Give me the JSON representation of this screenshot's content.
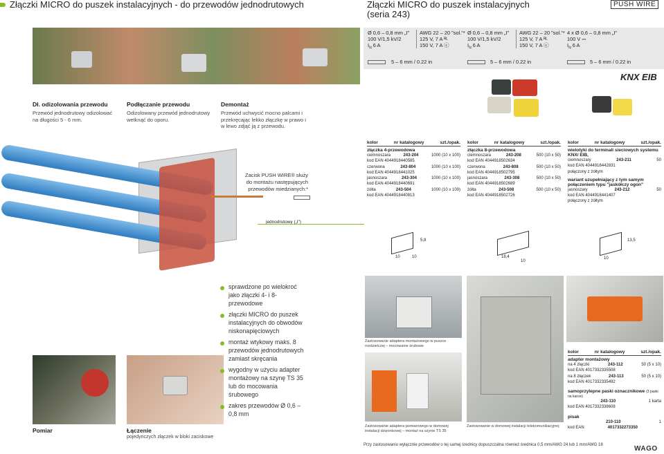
{
  "left_title": "Złączki MICRO do puszek instalacyjnych - do przewodów jednodrutowych",
  "right_title": "Złączki MICRO do puszek instalacyjnych",
  "right_subtitle": "(seria 243)",
  "brand_push_wire": "PUSH WIRE",
  "specs": [
    {
      "l1": "Ø 0,6 – 0,8 mm „I”",
      "l2": "100 V/1,5 kV/2",
      "l3": "I",
      "l3sub": "N",
      "l3b": " 6 A",
      "m1": "AWG 22 – 20 \"sol.\"*",
      "m2": "125 V, 7 A ᴿᴸ",
      "m3": "150 V, 7 A ⓒ",
      "strip": "5 – 6 mm / 0.22 in"
    },
    {
      "l1": "Ø 0,6 – 0,8 mm „I”",
      "l2": "100 V/1,5 kV/2",
      "l3": "I",
      "l3sub": "N",
      "l3b": " 6 A",
      "m1": "AWG 22 – 20 \"sol.\"*",
      "m2": "125 V, 7 A ᴿᴸ",
      "m3": "150 V, 7 A ⓒ",
      "strip": "5 – 6 mm / 0.22 in"
    },
    {
      "l1": "4 x Ø 0,6 – 0,8 mm „I”",
      "l2": "100 V ⎓",
      "l3": "I",
      "l3sub": "N",
      "l3b": " 6 A",
      "m1": "",
      "m2": "",
      "m3": "",
      "strip": "5 – 6 mm / 0.22 in"
    }
  ],
  "knx": "KNX EIB",
  "steps": [
    {
      "title": "Dł. odizolowania przewodu",
      "text": "Przewód jednodrutowy odizolować na długości 5 - 6 mm."
    },
    {
      "title": "Podłączanie przewodu",
      "text": "Odizolowany przewód jednodrutowy wetknąć do oporu."
    },
    {
      "title": "Demontaż",
      "text": "Przewód uchwycić mocno palcami i przekręcając lekko złączkę w prawo i w lewo zdjąć ją z przewodu."
    }
  ],
  "clamp_text": "Zacisk PUSH WIRE® służy do montażu następujących przewodów miedzianych:*",
  "clamp_label": "jednodrutowy („I”)",
  "table_headers": {
    "kolor": "kolor",
    "nr": "nr katalogowy",
    "szt": "szt./opak."
  },
  "table1": {
    "title": "złączka 4-przewodowa",
    "rows": [
      [
        "ciemnoszara",
        "243-204",
        "1000 (10 x 100)"
      ],
      [
        "kod EAN 4044918440585",
        "",
        ""
      ],
      [
        "czerwona",
        "243-804",
        "1000 (10 x 100)"
      ],
      [
        "kod EAN 4044918441025",
        "",
        ""
      ],
      [
        "jasnoszara",
        "243-304",
        "1000 (10 x 100)"
      ],
      [
        "kod EAN 4044918440691",
        "",
        ""
      ],
      [
        "żółta",
        "243-504",
        "1000 (10 x 100)"
      ],
      [
        "kod EAN 4044918440813",
        "",
        ""
      ]
    ]
  },
  "table2": {
    "title": "złączka 8-przewodowa",
    "rows": [
      [
        "ciemnoszara",
        "243-208",
        "500 (10 x 50)"
      ],
      [
        "kod EAN 4044918502634",
        "",
        ""
      ],
      [
        "czerwona",
        "243-808",
        "500 (10 x 50)"
      ],
      [
        "kod EAN 4044918502795",
        "",
        ""
      ],
      [
        "jasnoszara",
        "243-308",
        "500 (10 x 50)"
      ],
      [
        "kod EAN 4044918502689",
        "",
        ""
      ],
      [
        "żółta",
        "243-508",
        "500 (10 x 50)"
      ],
      [
        "kod EAN 4044918502726",
        "",
        ""
      ]
    ]
  },
  "table3": {
    "title": "wielotyki do terminali sieciowych systemu KNX/ EIB,",
    "rows": [
      [
        "ciemnoszary",
        "243-211",
        "50"
      ],
      [
        "kod EAN 4044918442831",
        "",
        ""
      ],
      [
        "połączony z żółtym",
        "",
        ""
      ]
    ],
    "title2": "wariant uzupełniający z tym samym połączeniem typu \"jaskółczy ogon\"",
    "rows2": [
      [
        "jasnoszary",
        "243-212",
        "50"
      ],
      [
        "kod EAN 4044918441407",
        "",
        ""
      ],
      [
        "połączony z żółtym",
        "",
        ""
      ]
    ]
  },
  "dims": {
    "a": "10",
    "b": "5,8",
    "c": "10",
    "d": "18,4",
    "e": "10",
    "f": "10",
    "g": "13,5"
  },
  "bullets": [
    "sprawdzone po wielokroć jako złączki 4- i 8-przewodowe",
    "złączki MICRO do puszek instalacyjnych do obwodów niskonapięciowych",
    "montaż wtykowy maks. 8 przewodów jednodrutowych zamiast skręcania",
    "wygodny w użyciu adapter montażowy na szynę TS 35 lub do mocowania śrubowego",
    "zakres przewodów Ø 0,6 – 0,8 mm"
  ],
  "caption_measure": "Pomiar",
  "caption_join_title": "Łączenie",
  "caption_join_text": "pojedynczych złączek w bloki zaciskowe",
  "cap_box": "Zastosowanie adaptera montażowego w puszce rozdzielczej – mocowanie śrubowe",
  "cap_rail": "Zastosowanie adaptera pomiarowego w domowej instalacji dzwonkowej – montaż na szynie TS 35",
  "cap_tel": "Zastosowanie w domowej instalacji telekomunikacyjnej",
  "table4": {
    "title": "adapter montażowy",
    "rows": [
      [
        "na 4 złączki",
        "243-112",
        "50 (5 x 10)"
      ],
      [
        "kod EAN 4017332335508",
        "",
        ""
      ],
      [
        "na 8 złączek",
        "243-113",
        "50 (5 x 10)"
      ],
      [
        "kod EAN 4017332335492",
        "",
        ""
      ]
    ],
    "title2": "samoprzylepne paski oznacznikowe",
    "title2b": "(3 paski na karcie)",
    "rows2": [
      [
        "",
        "243-110",
        "1 karta"
      ],
      [
        "kod EAN 4017332338608",
        "",
        ""
      ]
    ],
    "title3": "pisak",
    "rows3": [
      [
        "",
        "210-110",
        "1"
      ],
      [
        "kod EAN",
        "4017332273350",
        ""
      ]
    ]
  },
  "footnote": "Przy zastosowaniu wyłącznie przewodów o tej samej średnicy dopuszczalna również średnica 0,5 mm/AWG 24 lub 1 mm/AWG 18",
  "wago": "WAGO"
}
